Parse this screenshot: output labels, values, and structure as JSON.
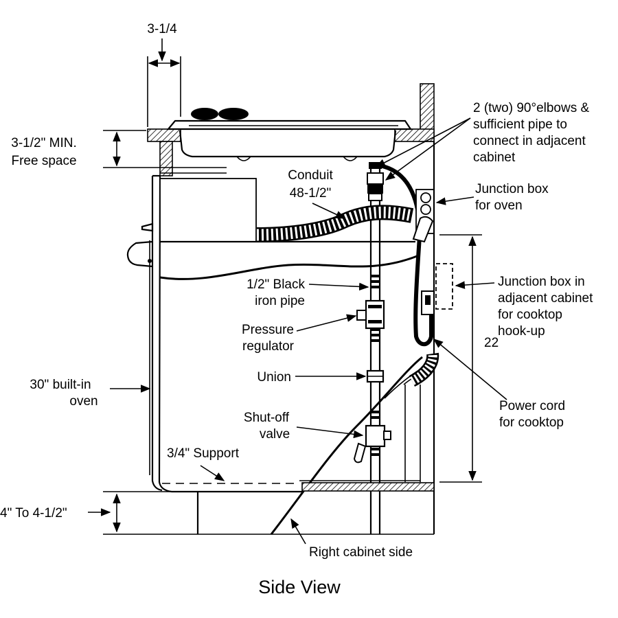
{
  "labels": {
    "dim_top": "3-1/4",
    "free_space_line1": "3-1/2\" MIN.",
    "free_space_line2": "Free space",
    "elbows_line1": "2 (two) 90°elbows &",
    "elbows_line2": "sufficient pipe to",
    "elbows_line3": "connect in adjacent",
    "elbows_line4": "cabinet",
    "conduit_line1": "Conduit",
    "conduit_line2": "48-1/2\"",
    "jbox_oven_line1": "Junction box",
    "jbox_oven_line2": "for oven",
    "pipe_line1": "1/2\" Black",
    "pipe_line2": "iron pipe",
    "jbox_cooktop_line1": "Junction box in",
    "jbox_cooktop_line2": "adjacent cabinet",
    "jbox_cooktop_line3": "for cooktop",
    "jbox_cooktop_line4": "hook-up",
    "regulator_line1": "Pressure",
    "regulator_line2": "regulator",
    "dim_22": "22",
    "oven_line1": "30\" built-in",
    "oven_line2": "oven",
    "union": "Union",
    "power_cord_line1": "Power cord",
    "power_cord_line2": "for cooktop",
    "shutoff_line1": "Shut-off",
    "shutoff_line2": "valve",
    "support": "3/4\" Support",
    "dim_bottom": "4\" To 4-1/2\"",
    "cabinet_side": "Right cabinet side",
    "view_title": "Side View"
  }
}
